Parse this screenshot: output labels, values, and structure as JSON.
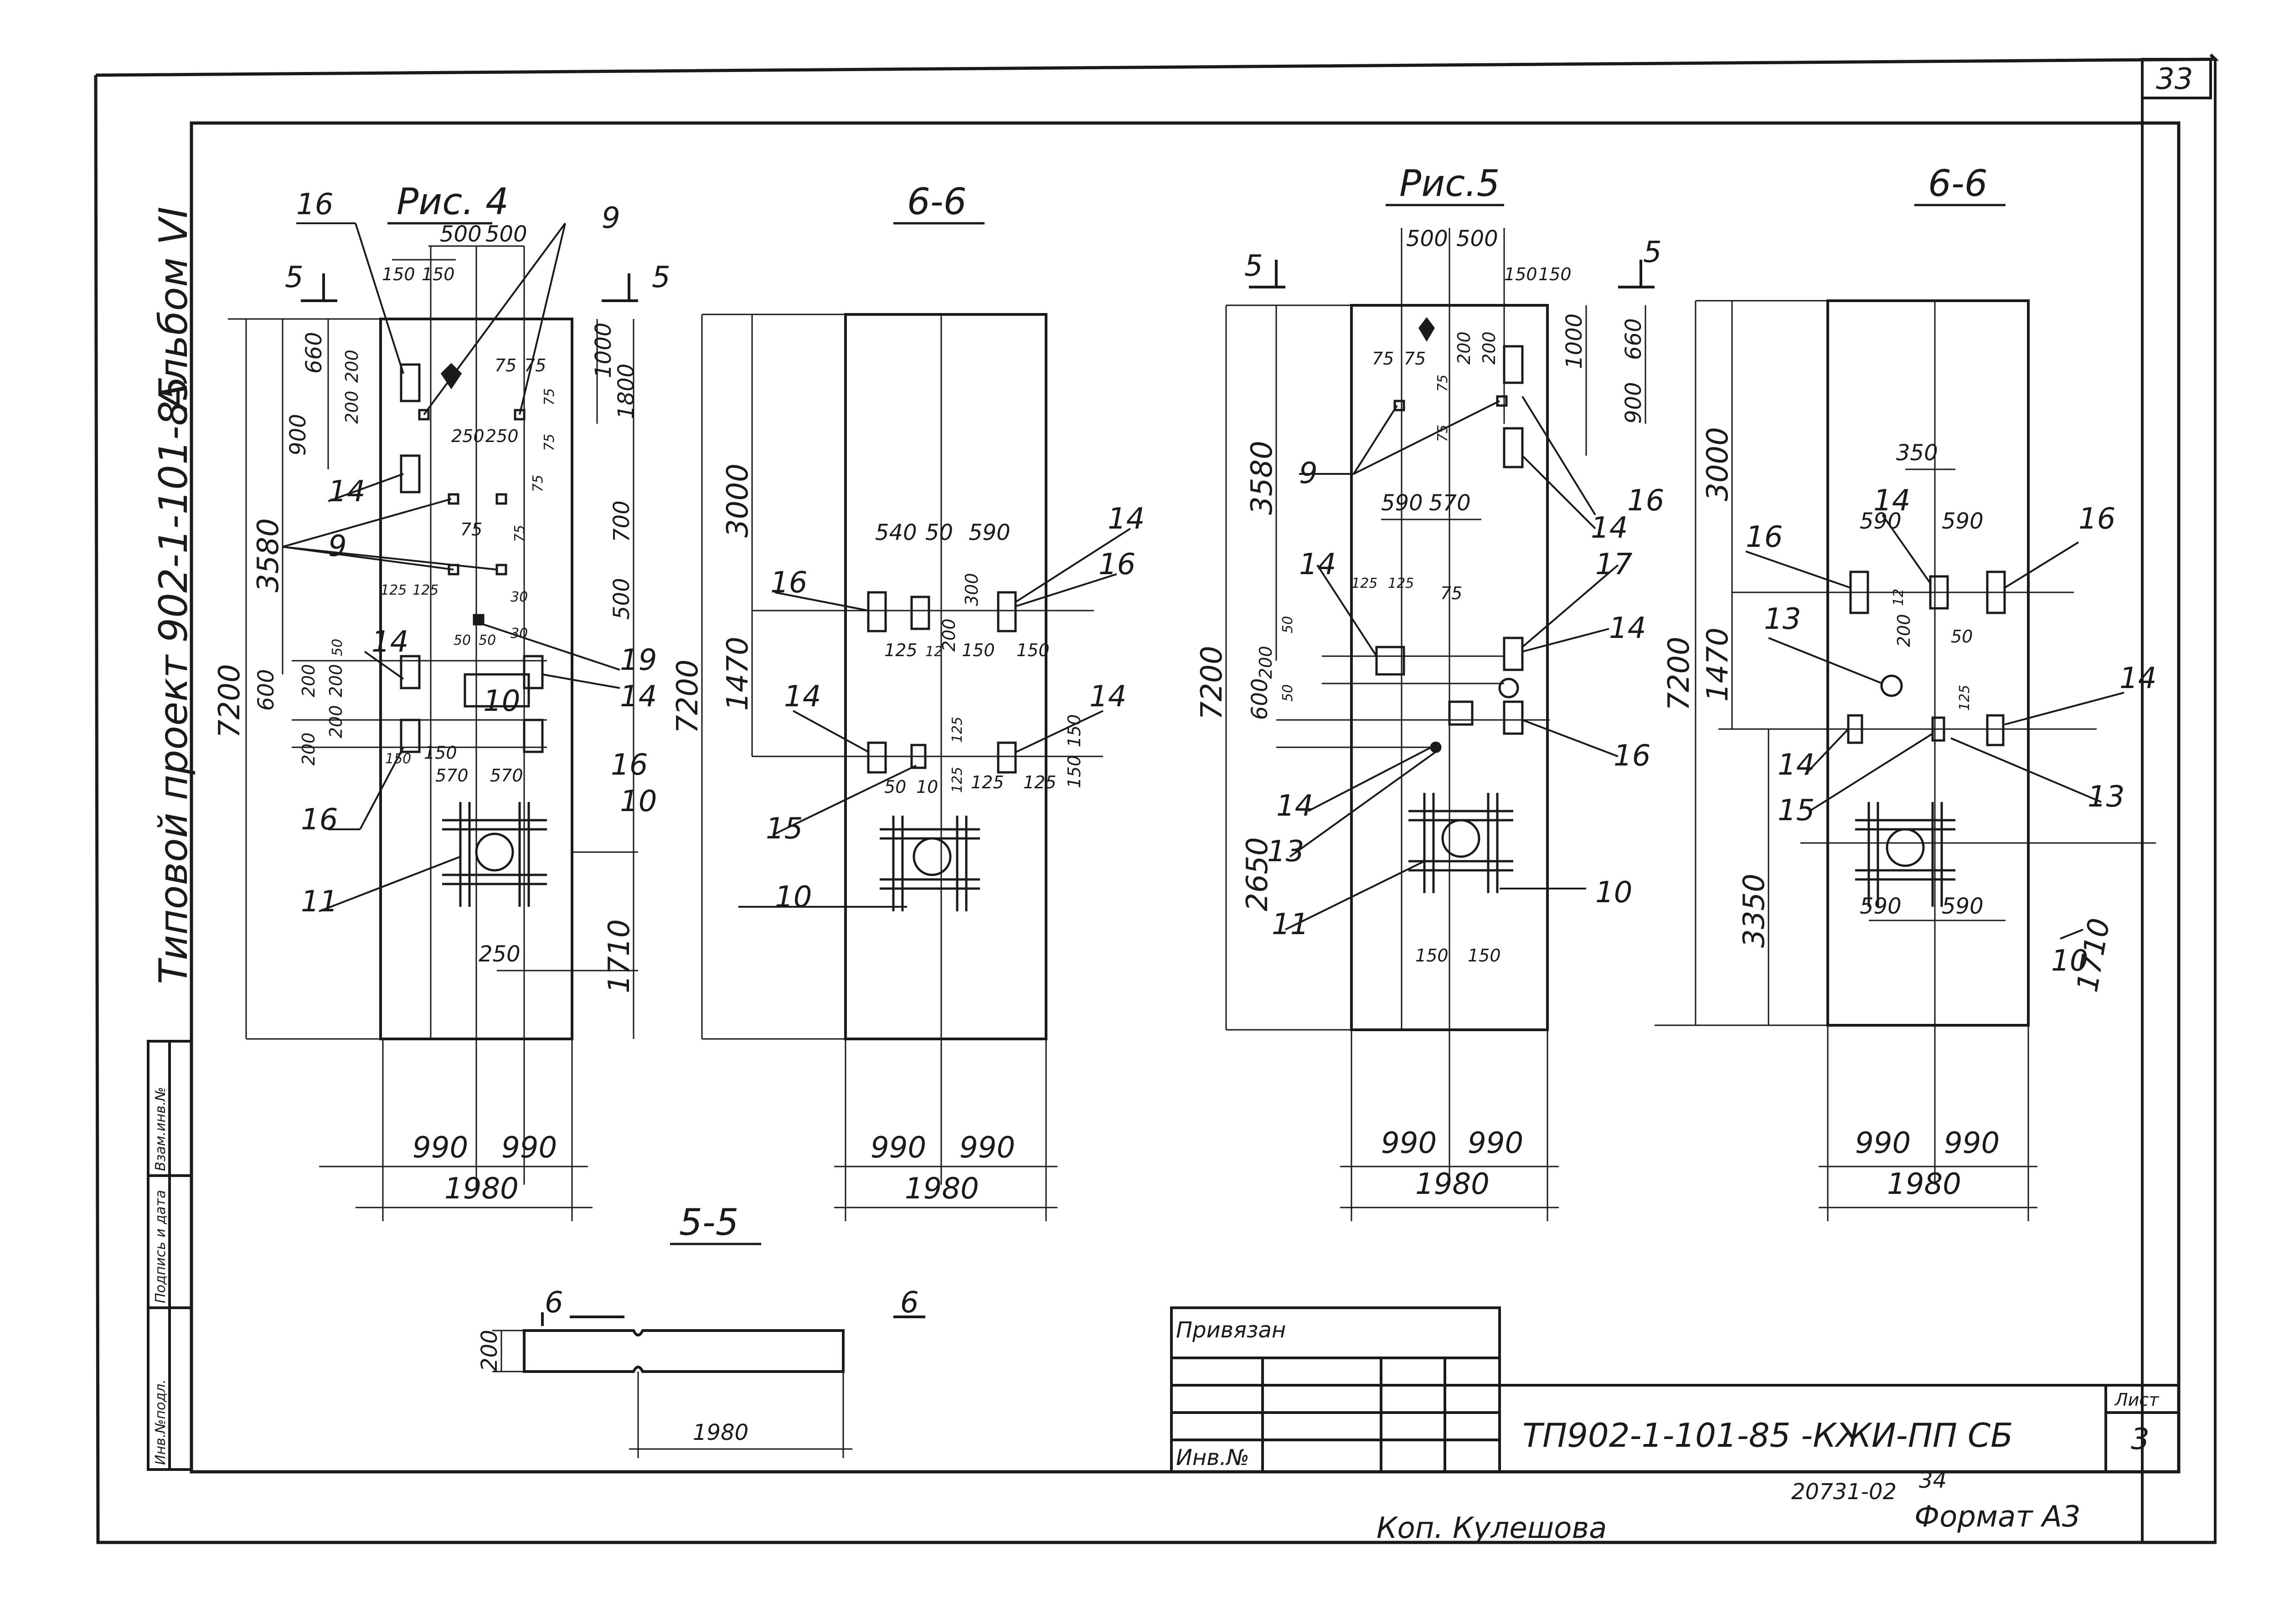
{
  "sheet": {
    "corner_number": "33",
    "side_title": "Типовой проект 902-1-101-85",
    "album": "Альбом VI",
    "stamp_cols": [
      "Инв.№подл.",
      "Подпись и дата",
      "Взам.инв.№"
    ],
    "bound_label": "Привязан",
    "inv_label": "Инв.№",
    "doc_code": "ТП902-1-101-85 -КЖИ-ПП СБ",
    "sheet_label": "Лист",
    "sheet_num": "3",
    "order_no": "20731-02",
    "page_no": "34",
    "format": "Формат А3",
    "copy": "Коп. Кулешова"
  },
  "fig4": {
    "title": "Рис. 4",
    "dims": {
      "d500a": "500",
      "d500b": "500",
      "d150a": "150",
      "d150b": "150",
      "d660": "660",
      "d900": "900",
      "d200a": "200",
      "d200b": "200",
      "d1000": "1000",
      "d1800": "1800",
      "d75a": "75",
      "d75b": "75",
      "d75c": "75",
      "d75d": "75",
      "d250a": "250",
      "d250b": "250",
      "d75e": "75",
      "d75f": "75",
      "d75g": "75",
      "d700": "700",
      "d500": "500",
      "d125a": "125",
      "d125b": "125",
      "d30a": "30",
      "d30b": "30",
      "d50a": "50",
      "d50b": "50",
      "d50c": "50",
      "d3580": "3580",
      "d7200": "7200",
      "d600": "600",
      "d200c": "200",
      "d200d": "200",
      "d200e": "200",
      "d200f": "200",
      "d150c": "150",
      "d150d": "150",
      "d570a": "570",
      "d570b": "570",
      "d250c": "250",
      "d1710": "1710",
      "d990a": "990",
      "d990b": "990",
      "d1980": "1980"
    },
    "labels": {
      "l16a": "16",
      "l9a": "9",
      "l14a": "14",
      "l9b": "9",
      "l14b": "14",
      "l19": "19",
      "l10a": "10",
      "l14c": "14",
      "l16b": "16",
      "l10b": "10",
      "l16c": "16",
      "l11": "11"
    },
    "cut_a": "5",
    "cut_b": "5"
  },
  "sec66a": {
    "title": "6-6",
    "dims": {
      "d3000": "3000",
      "d1470": "1470",
      "d7200": "7200",
      "d540": "540",
      "d50a": "50",
      "d590": "590",
      "d300": "300",
      "d200": "200",
      "d125a": "125",
      "d12": "12",
      "d150a": "150",
      "d150b": "150",
      "d125b": "125",
      "d50b": "50",
      "d10": "10",
      "d125c": "125",
      "d125d": "125",
      "d125e": "125",
      "d150c": "150",
      "d150d": "150",
      "d990a": "990",
      "d990b": "990",
      "d1980": "1980"
    },
    "labels": {
      "l16a": "16",
      "l14a": "14",
      "l16b": "16",
      "l14b": "14",
      "l14c": "14",
      "l15": "15",
      "l10": "10"
    }
  },
  "sec55": {
    "title": "5-5",
    "cut_a": "6",
    "cut_b": "6",
    "d200": "200",
    "d1980": "1980"
  },
  "fig5": {
    "title": "Рис.5",
    "dims": {
      "d500a": "500",
      "d500b": "500",
      "d150a": "150",
      "d150b": "150",
      "d1000": "1000",
      "d660": "660",
      "d900": "900",
      "d75a": "75",
      "d75b": "75",
      "d200a": "200",
      "d200b": "200",
      "d75c": "75",
      "d75d": "75",
      "d3580": "3580",
      "d590": "590",
      "d570": "570",
      "d125a": "125",
      "d125b": "125",
      "d75e": "75",
      "d50a": "50",
      "d200c": "200",
      "d50b": "50",
      "d7200": "7200",
      "d600": "600",
      "d2650": "2650",
      "d150c": "150",
      "d150d": "150",
      "d990a": "990",
      "d990b": "990",
      "d1980": "1980"
    },
    "labels": {
      "l9": "9",
      "l14a": "14",
      "l16a": "16",
      "l14b": "14",
      "l17": "17",
      "l14c": "14",
      "l16b": "16",
      "l14d": "14",
      "l13": "13",
      "l11": "11",
      "l10": "10"
    },
    "cut_a": "5",
    "cut_b": "5"
  },
  "sec66b": {
    "title": "6-6",
    "dims": {
      "d3000": "3000",
      "d350": "350",
      "d590a": "590",
      "d590b": "590",
      "d1470": "1470",
      "d7200": "7200",
      "d200": "200",
      "d50": "50",
      "d125": "125",
      "d3350": "3350",
      "d590c": "590",
      "d590d": "590",
      "d1710": "1710",
      "d990a": "990",
      "d990b": "990",
      "d1980": "1980",
      "d12": "12"
    },
    "labels": {
      "l14a": "14",
      "l16a": "16",
      "l16b": "16",
      "l13a": "13",
      "l14b": "14",
      "l14c": "14",
      "l15": "15",
      "l13b": "13",
      "l10": "10"
    }
  }
}
